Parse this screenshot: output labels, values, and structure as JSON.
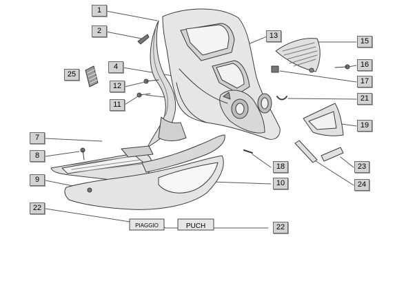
{
  "diagram": {
    "badges": {
      "piaggio": "PIAGGIO",
      "puch": "PUCH"
    },
    "callouts": [
      {
        "id": "c1",
        "label": "1"
      },
      {
        "id": "c2",
        "label": "2"
      },
      {
        "id": "c4",
        "label": "4"
      },
      {
        "id": "c12",
        "label": "12"
      },
      {
        "id": "c11",
        "label": "11"
      },
      {
        "id": "c25",
        "label": "25"
      },
      {
        "id": "c7",
        "label": "7"
      },
      {
        "id": "c8",
        "label": "8"
      },
      {
        "id": "c9",
        "label": "9"
      },
      {
        "id": "c22a",
        "label": "22"
      },
      {
        "id": "c13",
        "label": "13"
      },
      {
        "id": "c15",
        "label": "15"
      },
      {
        "id": "c16",
        "label": "16"
      },
      {
        "id": "c17",
        "label": "17"
      },
      {
        "id": "c21",
        "label": "21"
      },
      {
        "id": "c19",
        "label": "19"
      },
      {
        "id": "c18",
        "label": "18"
      },
      {
        "id": "c10",
        "label": "10"
      },
      {
        "id": "c23",
        "label": "23"
      },
      {
        "id": "c24",
        "label": "24"
      },
      {
        "id": "c22b",
        "label": "22"
      }
    ]
  }
}
